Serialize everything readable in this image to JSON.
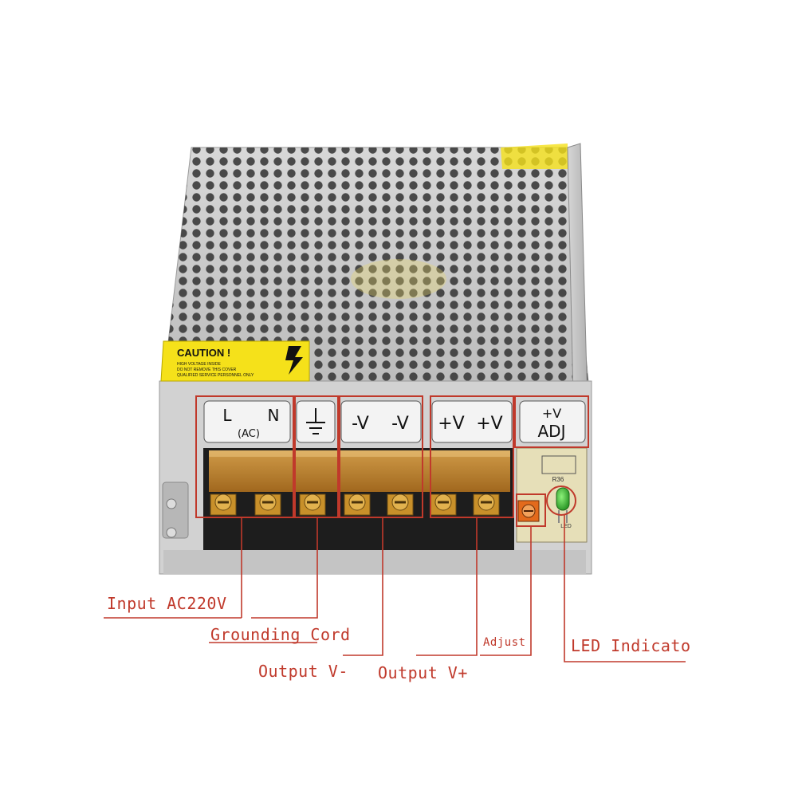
{
  "caution": {
    "title": "CAUTION !",
    "lines": [
      "HIGH VOLTAGE INSIDE",
      "DO NOT REMOVE THIS COVER",
      "QUALIFIED SERVICE PERSONNEL ONLY"
    ]
  },
  "terminal_labels": {
    "l": "L",
    "n": "N",
    "ac": "(AC)",
    "vminus_1": "-V",
    "vminus_2": "-V",
    "vplus_1": "+V",
    "vplus_2": "+V",
    "adj_top": "+V",
    "adj_bottom": "ADJ"
  },
  "pcb_labels": {
    "r": "R36",
    "led": "LED"
  },
  "callouts": {
    "input": "Input AC220V",
    "ground": "Grounding Cord",
    "output_minus": "Output  V-",
    "output_plus": "Output  V+",
    "adjust": "Adjust",
    "led": "LED Indicato"
  },
  "colors": {
    "callout": "#c0392b",
    "caution_yellow": "#f5e11a",
    "screw_gold": "#c8902a"
  }
}
